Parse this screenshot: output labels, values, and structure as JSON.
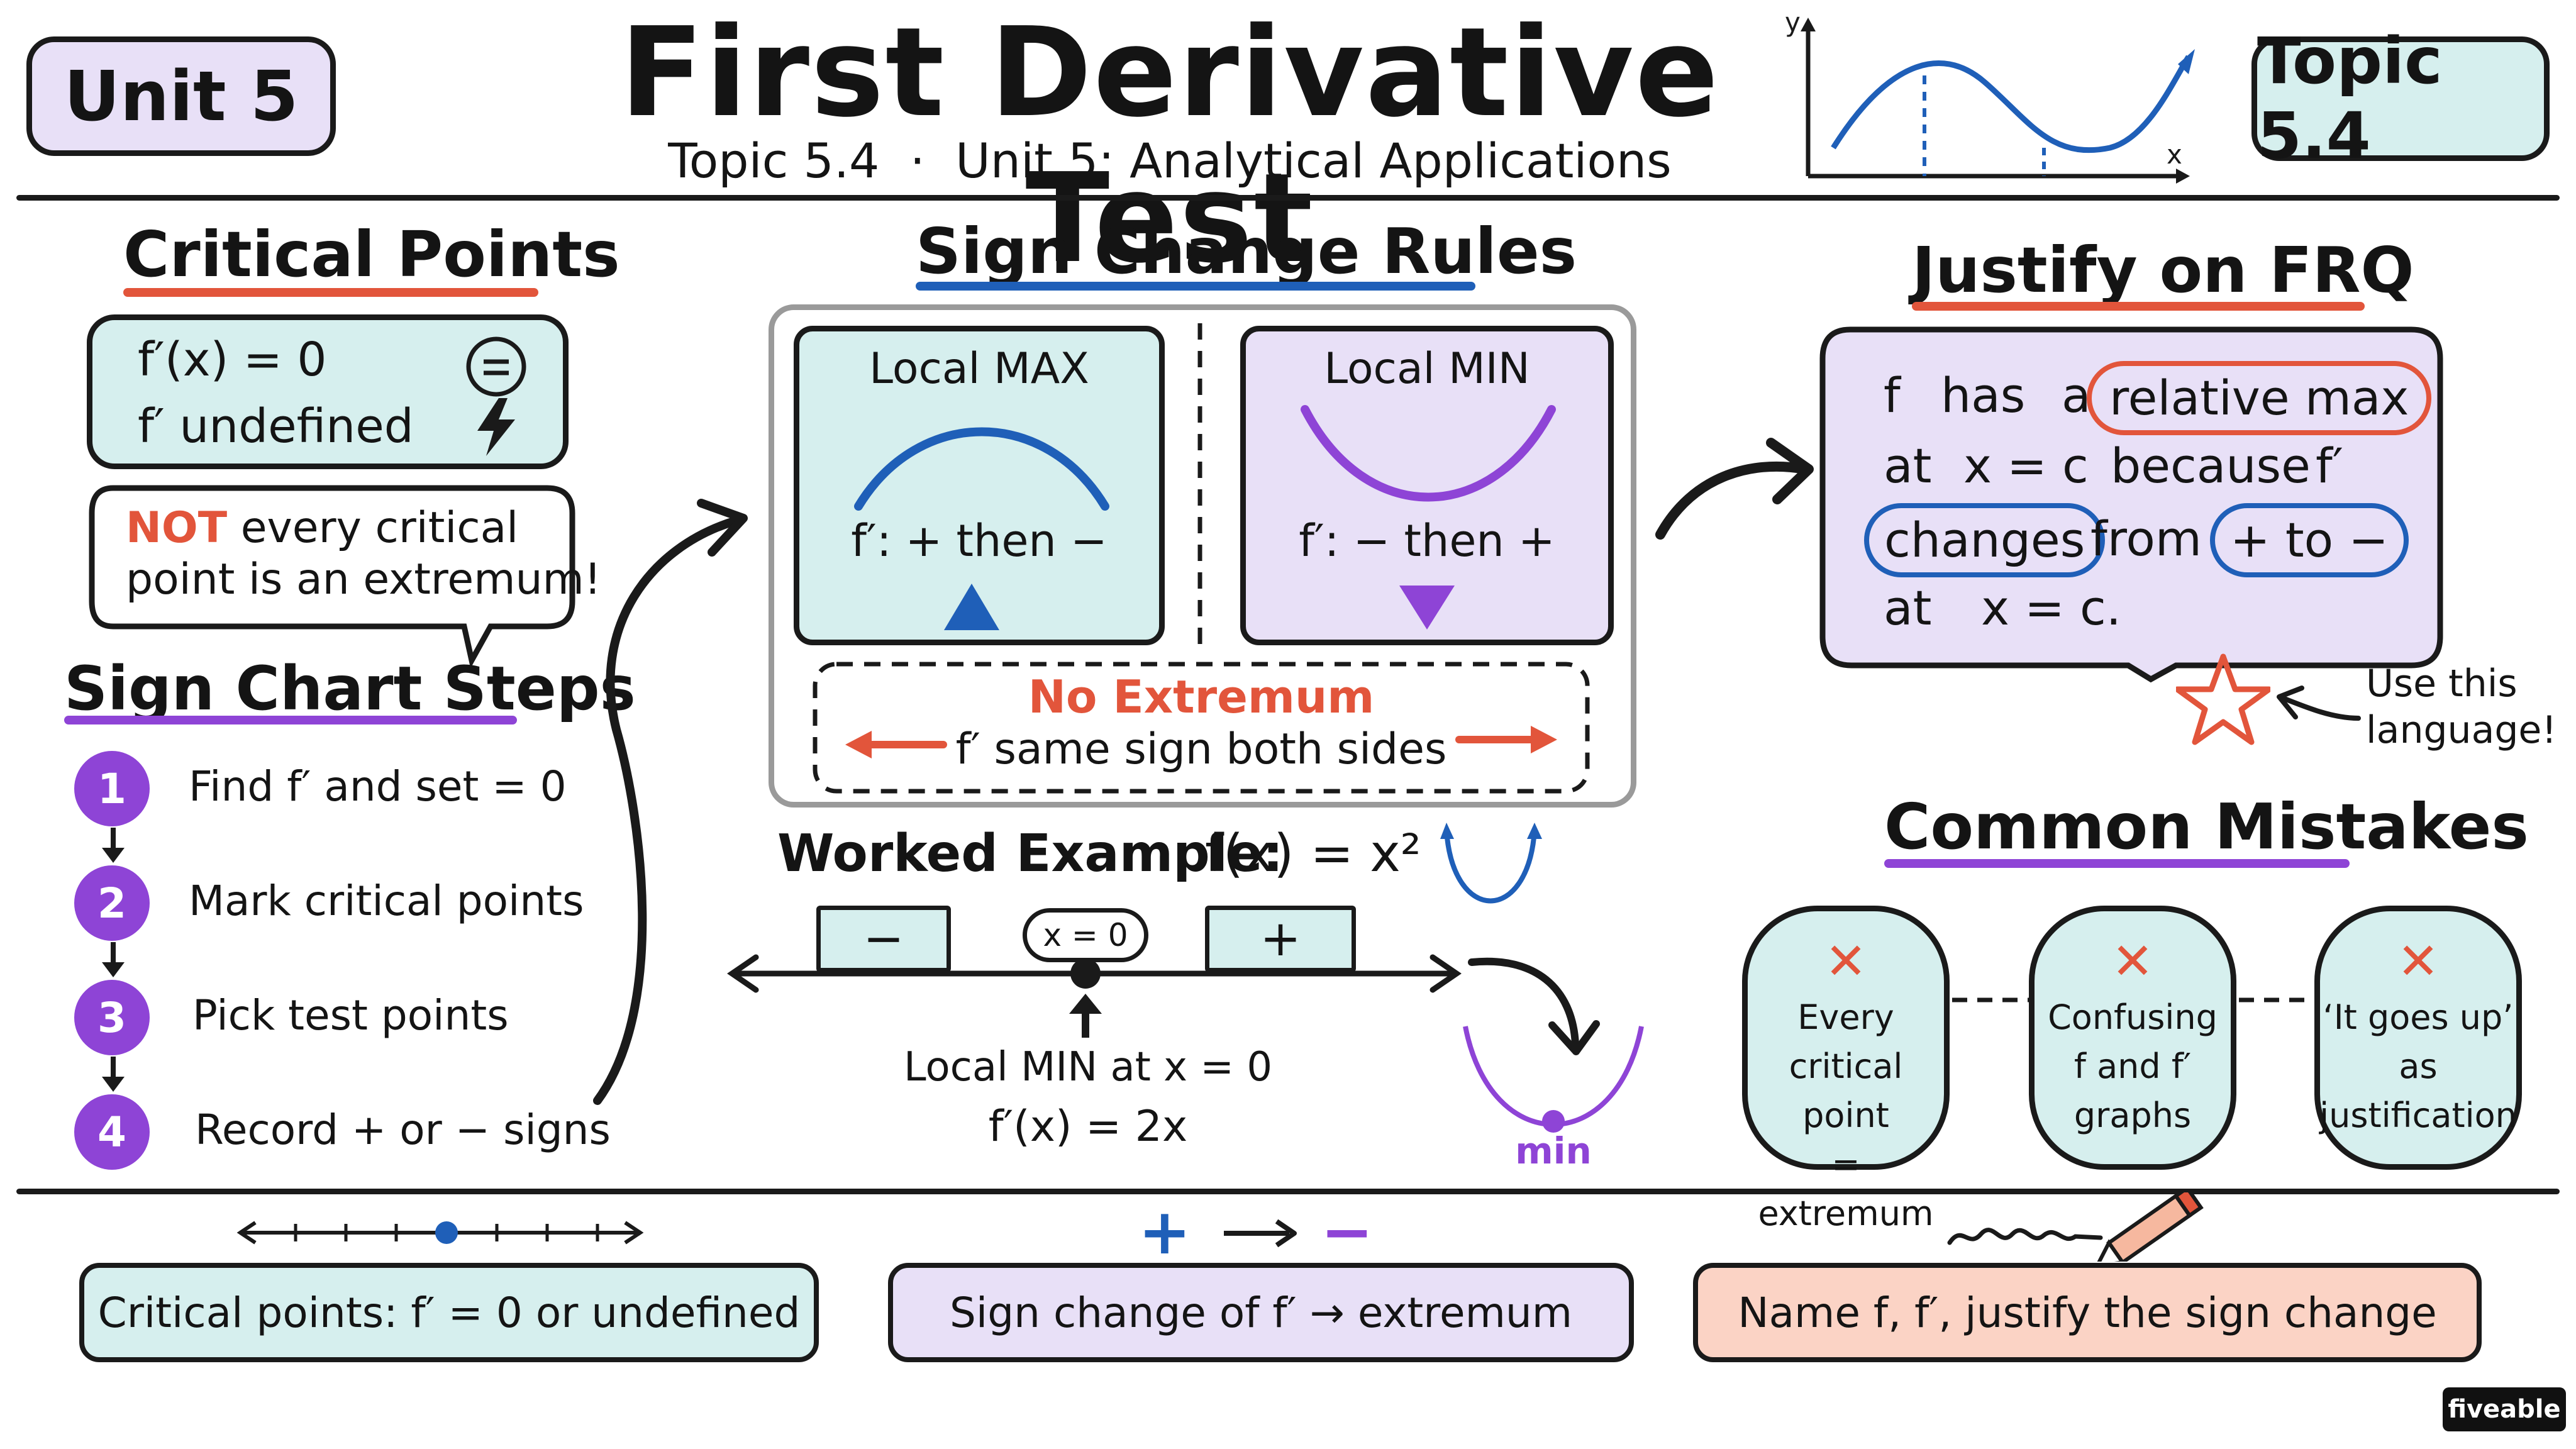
{
  "header": {
    "unit_badge": "Unit 5",
    "title": "First Derivative Test",
    "subtitle": "Topic 5.4  ·  Unit 5: Analytical Applications",
    "topic_badge": "Topic 5.4",
    "graph_axis_y": "y",
    "graph_axis_x": "x"
  },
  "critical_points": {
    "heading": "Critical Points",
    "line1": "f′(x) = 0",
    "line1_icon": "equals-circle-icon",
    "line2": "f′ undefined",
    "line2_icon": "lightning-bolt-icon",
    "note_highlight": "NOT",
    "note_rest_1": " every critical",
    "note_line2": "point is an extremum!"
  },
  "sign_chart": {
    "heading": "Sign Chart Steps",
    "steps": [
      {
        "num": "1",
        "text": "Find f′ and set = 0"
      },
      {
        "num": "2",
        "text": "Mark critical points"
      },
      {
        "num": "3",
        "text": "Pick test points"
      },
      {
        "num": "4",
        "text": "Record + or − signs"
      }
    ]
  },
  "sign_change": {
    "heading": "Sign Change Rules",
    "max_title": "Local MAX",
    "max_rule": "f′: + then −",
    "min_title": "Local MIN",
    "min_rule": "f′: − then +",
    "none_title": "No Extremum",
    "none_rule": "f′ same sign both sides"
  },
  "worked_example": {
    "label": "Worked Example:",
    "function": "f(x) = x²",
    "left_sign": "−",
    "point_label": "x = 0",
    "right_sign": "+",
    "result": "Local MIN at x = 0",
    "derivative": "f′(x) = 2x",
    "min_label": "min"
  },
  "frq": {
    "heading": "Justify on FRQ",
    "w_f": "f",
    "w_has": "has",
    "w_a": "a",
    "w_relmax": "relative max",
    "w_at": "at",
    "w_xc": "x = c",
    "w_because": "because",
    "w_fp": "f′",
    "w_changes": "changes",
    "w_from": "from",
    "w_plusto": "+ to −",
    "w_at2": "at",
    "w_xc2": "x = c.",
    "note": "Use this language!",
    "star_icon": "star-icon"
  },
  "mistakes": {
    "heading": "Common Mistakes",
    "items": [
      {
        "line1": "Every",
        "line2": "critical point",
        "line3": "= extremum"
      },
      {
        "line1": "Confusing",
        "line2": "f and f′",
        "line3": "graphs"
      },
      {
        "line1": "‘It goes up’",
        "line2": "as",
        "line3": "justification"
      }
    ]
  },
  "summary": {
    "card1": "Critical points: f′ = 0 or undefined",
    "card2": "Sign change of f′ → extremum",
    "card3": "Name f, f′, justify the sign change",
    "plus": "+",
    "minus": "−"
  },
  "brand": "fiveable",
  "colors": {
    "teal": "#d6efee",
    "lavender": "#e8e0f7",
    "peach": "#fbd3c5",
    "red": "#e2553b",
    "blue": "#1f5fb8",
    "purple": "#8e44d6"
  }
}
